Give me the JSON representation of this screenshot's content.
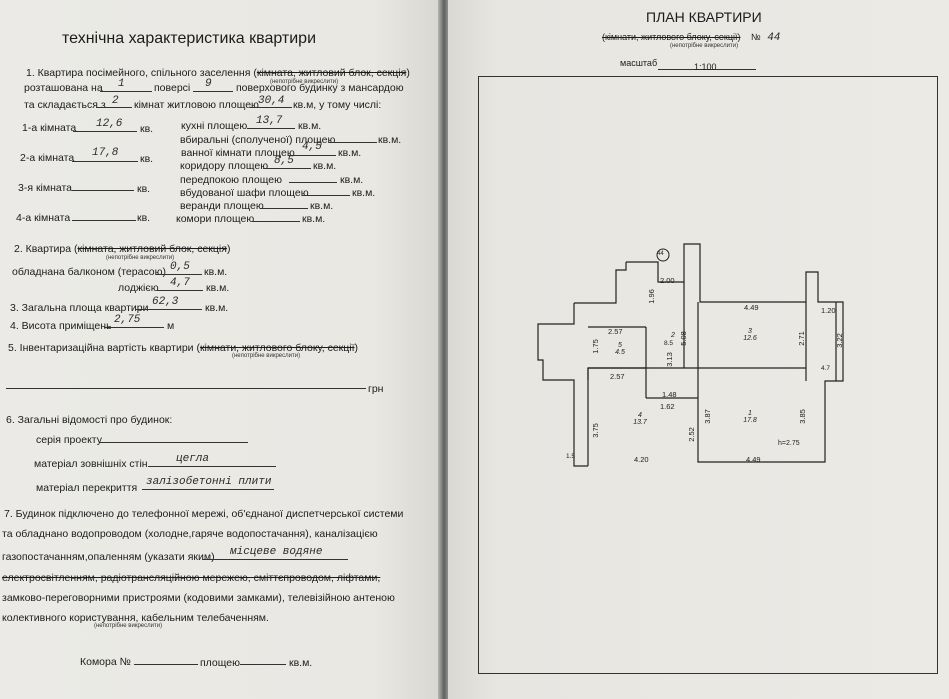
{
  "left": {
    "title": "технічна характеристика квартири",
    "l1a": "1. Квартира посімейного, спільного заселення (",
    "l1b": "кімната, житловий блок, секція",
    "l1c": ")",
    "note_unnecessary": "(непотрібне викреслити)",
    "l2a": "розташована на",
    "floor": "1",
    "l2b": "поверсі",
    "floors_total": "9",
    "l2c": "поверхового будинку з мансардою",
    "l3a": "та складається з",
    "rooms_count": "2",
    "l3b": "кімнат житловою площею",
    "living_area": "30,4",
    "l3c": "кв.м, у тому числі:",
    "r1_label": "1-а кімната",
    "r1_value": "12,6",
    "r2_label": "2-а кімната",
    "r2_value": "17,8",
    "r3_label": "3-я кімната",
    "r4_label": "4-а кімната",
    "kv": "кв.",
    "kvm": "кв.м.",
    "kitchen_label": "кухні площею",
    "kitchen_value": "13,7",
    "wc_label": "вбиральні (сполученої) площею",
    "bath_label": "ванної кімнати площею",
    "bath_value": "4,5",
    "corridor_label": "коридору площею",
    "corridor_value": "8,5",
    "hall_label": "передпокою площею",
    "wardrobe_label": "вбудованої шафи площею",
    "veranda_label": "веранди площею",
    "pantry_label": "комори площею",
    "s2a": "2. Квартира (",
    "s2b": "кімната, житловий  блок, секція",
    "s2c": ")",
    "balcony_label": "обладнана балконом (терасою)",
    "balcony_value": "0,5",
    "loggia_label": "лоджією",
    "loggia_value": "4,7",
    "s3_label": "3. Загальна площа квартири",
    "total_area": "62,3",
    "s4_label": "4. Висота приміщень",
    "height_value": "2,75",
    "m": "м",
    "s5a": "5. Інвентаризаційна вартість квартири (",
    "s5b": "кімнати, житлового блоку, секції",
    "s5c": ")",
    "grn": "грн",
    "s6_label": "6. Загальні відомості про будинок:",
    "series_label": "серія проекту",
    "walls_label": "матеріал зовнішніх стін",
    "walls_value": "цегла",
    "floors_mat_label": "матеріал перекриття",
    "floors_mat_value": "залізобетонні плити",
    "s7_l1": "7. Будинок підключено до телефонної мережі, об'єднаної диспетчерської системи",
    "s7_l2": "та обладнано водопроводом (холодне,гаряче водопостачання), каналізацією",
    "s7_l3": "газопостачанням,опаленням (указати яким)",
    "heating_value": "місцеве водяне",
    "s7_l4": "електросвітленням, радіотрансляційною мережею, сміттєпроводом, ліфтами,",
    "s7_l5": "замково-переговорними пристроями (кодовими замками), телевізійною антеною",
    "s7_l6": "колективного користування, кабельним телебаченням.",
    "storage_label": "Комора №",
    "storage_area_label": "площею"
  },
  "right": {
    "title": "ПЛАН КВАРТИРИ",
    "subtitle": "(кімнати, житлового блоку, секції)",
    "number_label": "№",
    "number_value": "44",
    "note_unnecessary": "(непотрібне викреслити)",
    "scale_label": "масштаб",
    "scale_value": "1:100",
    "plan": {
      "apt_marker": "44",
      "dims": [
        "2.00",
        "1.96",
        "4.49",
        "1.20",
        "2.57",
        "5.08",
        "2.71",
        "3.22",
        "1.75",
        "8.5",
        "3.13",
        "2.57",
        "1.48",
        "1.62",
        "4.7",
        "3.87",
        "3.85",
        "3.75",
        "2.52",
        "h=2.75",
        "1.5",
        "4.20",
        "4.49"
      ],
      "rooms": [
        {
          "num": "5",
          "area": "4.5"
        },
        {
          "num": "3",
          "area": "12.6"
        },
        {
          "num": "4",
          "area": "13.7"
        },
        {
          "num": "1",
          "area": "17.8"
        }
      ],
      "corridor_num": "2"
    }
  }
}
